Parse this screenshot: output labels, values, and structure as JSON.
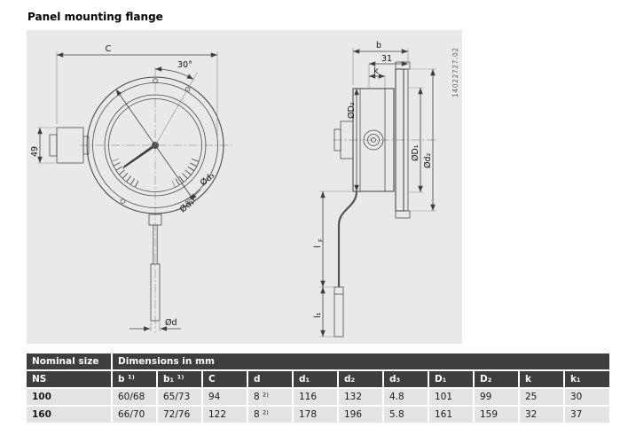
{
  "page": {
    "title": "Panel mounting flange"
  },
  "drawing": {
    "number": "14022727.02",
    "front": {
      "c": "C",
      "angle": "30°",
      "h49": "49",
      "d3": "Ød₃",
      "d1": "Ød₁",
      "d": "Ød"
    },
    "side": {
      "b": "b",
      "w31": "31",
      "k": "k",
      "D2": "ØD₂",
      "D1": "ØD₁",
      "d2": "Ød₂",
      "lf_main": "l",
      "lf_sub": "F",
      "l1": "l₁"
    }
  },
  "table": {
    "group_headers": [
      "Nominal size",
      "Dimensions in mm"
    ],
    "columns": [
      "NS",
      "b ¹⁾",
      "b₁ ¹⁾",
      "C",
      "d",
      "d₁",
      "d₂",
      "d₃",
      "D₁",
      "D₂",
      "k",
      "k₁"
    ],
    "rows": [
      [
        "100",
        "60/68",
        "65/73",
        "94",
        "8 ²⁾",
        "116",
        "132",
        "4.8",
        "101",
        "99",
        "25",
        "30"
      ],
      [
        "160",
        "66/70",
        "72/76",
        "122",
        "8 ²⁾",
        "178",
        "196",
        "5.8",
        "161",
        "159",
        "32",
        "37"
      ]
    ]
  },
  "colors": {
    "table_header_bg": "#3e3e3e",
    "table_row_bg": "#e3e3e3",
    "drawing_bg": "#e9e9e9"
  }
}
